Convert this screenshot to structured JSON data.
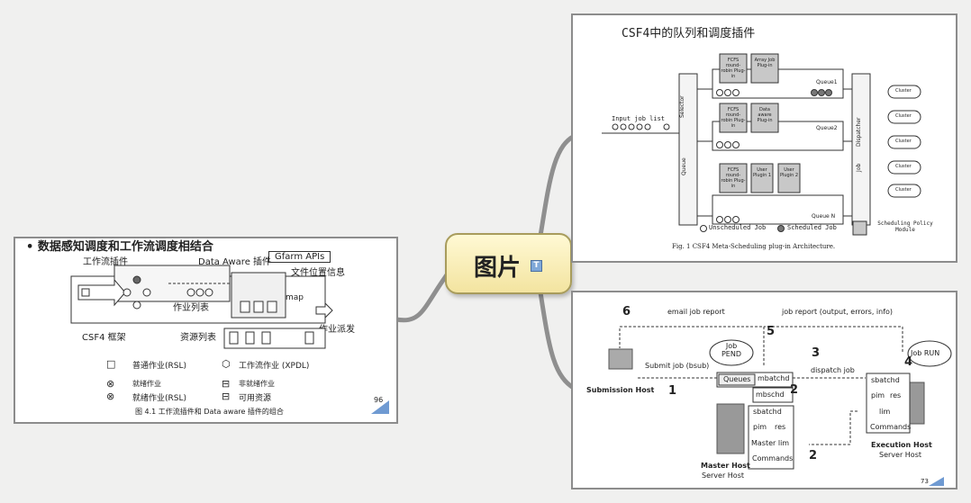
{
  "central": {
    "label": "图片",
    "note_icon": "note-icon"
  },
  "left": {
    "bullet": "• 数据感知调度和工作流调度相结合",
    "workflow_plugin": "工作流插件",
    "data_aware_plugin": "Data Aware 插件",
    "gfarm_apis": "Gfarm APIs",
    "file_location": "文件位置信息",
    "job_list": "作业列表",
    "map": "map",
    "dispatch": "作业派发",
    "csf4_frame": "CSF4 框架",
    "resource_list": "资源列表",
    "dots": "......",
    "legend": [
      {
        "symbol": "□",
        "text": "普通作业(RSL)"
      },
      {
        "symbol": "⬡",
        "text": "工作流作业 (XPDL)"
      },
      {
        "symbol": "⊗",
        "text": "就绪作业"
      },
      {
        "symbol": "⊟",
        "text": "非就绪作业"
      },
      {
        "symbol": "⊗",
        "text": "就绪作业(RSL)"
      },
      {
        "symbol": "⊟",
        "text": "可用资源"
      }
    ],
    "caption": "图 4.1  工作流插件和 Data aware 插件的组合",
    "page_no": "96"
  },
  "top_right": {
    "title": "CSF4中的队列和调度插件",
    "input_job_list": "Input job list",
    "selector": "Selector",
    "queue": "Queue",
    "dispatcher": "Dispatcher",
    "job": "Job",
    "queues": [
      {
        "plugins": [
          "FCFS round-robin Plug-in",
          "Array Job Plug-in"
        ],
        "label": "Queue1"
      },
      {
        "plugins": [
          "FCFS round-robin Plug-in",
          "Data aware Plug-in"
        ],
        "label": "Queue2"
      },
      {
        "plugins": [
          "FCFS round-robin Plug-in",
          "User Plugin 1",
          "User Plugin 2"
        ],
        "label": "Queue N"
      }
    ],
    "cluster": "Cluster",
    "unscheduled": "Unscheduled Job",
    "scheduled": "Scheduled Job",
    "policy_module": "Scheduling Policy Module",
    "caption": "Fig. 1  CSF4 Meta-Scheduling plug-in Architecture."
  },
  "bottom_right": {
    "email_report": "email job report",
    "job_report": "job report (output, errors, info)",
    "n6": "6",
    "n5": "5",
    "n3": "3",
    "n4": "4",
    "n1": "1",
    "n2a": "2",
    "n2b": "2",
    "job_pend": "Job PEND",
    "job_run": "Job RUN",
    "submit_job": "Submit job (bsub)",
    "dispatch_job": "dispatch job",
    "queues": "Queues",
    "mbatchd": "mbatchd",
    "mbschd": "mbschd",
    "sbatchd": "sbatchd",
    "pim": "pim",
    "res": "res",
    "lim": "lim",
    "master_lim": "Master lim",
    "commands": "Commands",
    "submission_host": "Submission Host",
    "master_host": "Master Host",
    "server_host": "Server Host",
    "execution_host": "Execution Host",
    "page_no": "73"
  }
}
